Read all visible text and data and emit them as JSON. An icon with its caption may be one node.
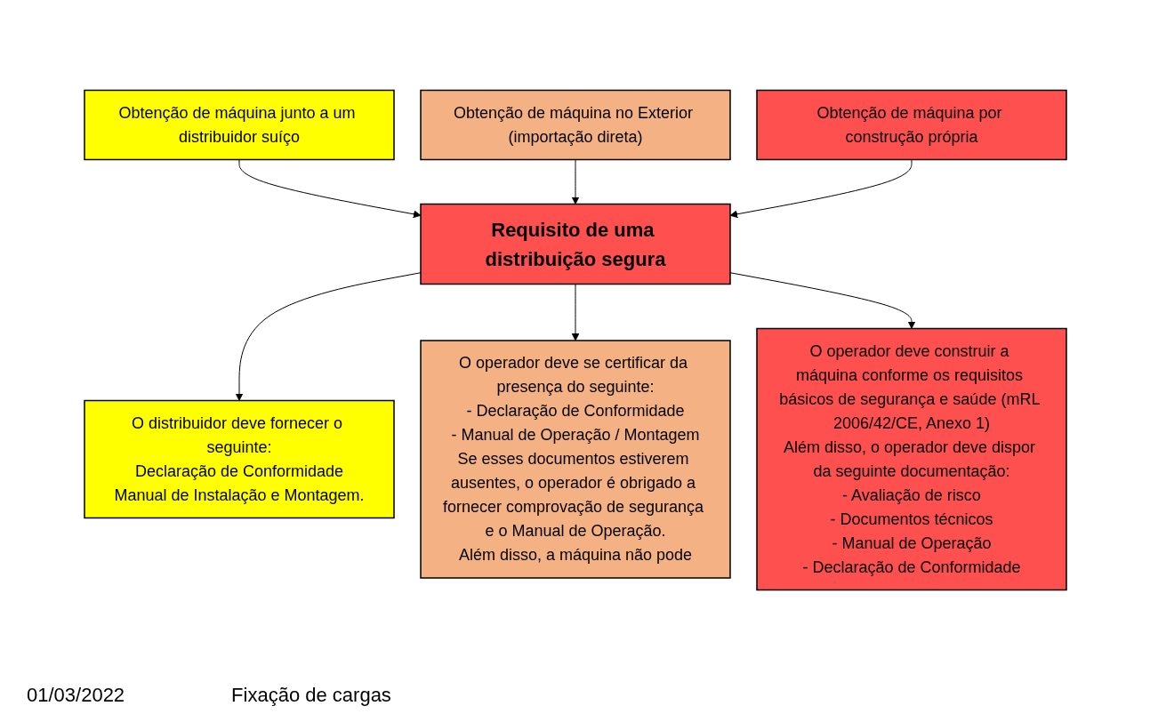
{
  "diagram": {
    "nodes": [
      {
        "text": [
          "Obtenção de máquina junto a um distribuidor suíço"
        ]
      },
      {
        "text": [
          "Obtenção de máquina no Exterior (importação direta)"
        ]
      },
      {
        "text": [
          "Obtenção de máquina por construção própria"
        ]
      },
      {
        "text": [
          "Requisito de uma distribuição segura"
        ]
      },
      {
        "text": [
          "O distribuidor deve fornecer o seguinte:",
          "Declaração de Conformidade",
          "Manual de Instalação e Montagem."
        ]
      },
      {
        "text": [
          "O operador deve se certificar da presença do seguinte:",
          "- Declaração de Conformidade",
          "- Manual de Operação / Montagem",
          "Se esses documentos estiverem ausentes, o operador é obrigado a fornecer comprovação de segurança e o Manual de Operação.",
          "Além disso, a máquina não pode"
        ]
      },
      {
        "text": [
          "O operador deve construir a máquina conforme os requisitos básicos de segurança e saúde (mRL 2006/42/CE, Anexo 1)",
          "Além disso, o operador deve dispor da seguinte documentação:",
          "- Avaliação de risco",
          "- Documentos técnicos",
          "- Manual de Operação",
          "- Declaração de Conformidade"
        ]
      }
    ],
    "edges": [
      {
        "from": 0,
        "to": 3,
        "arrow": "to"
      },
      {
        "from": 1,
        "to": 3,
        "arrow": "to"
      },
      {
        "from": 2,
        "to": 3,
        "arrow": "to"
      },
      {
        "from": 3,
        "to": 4,
        "arrow": "to"
      },
      {
        "from": 3,
        "to": 5,
        "arrow": "to"
      },
      {
        "from": 3,
        "to": 6,
        "arrow": "to"
      }
    ],
    "labels": [
      "01/03/2022",
      "Fixação de cargas"
    ]
  }
}
